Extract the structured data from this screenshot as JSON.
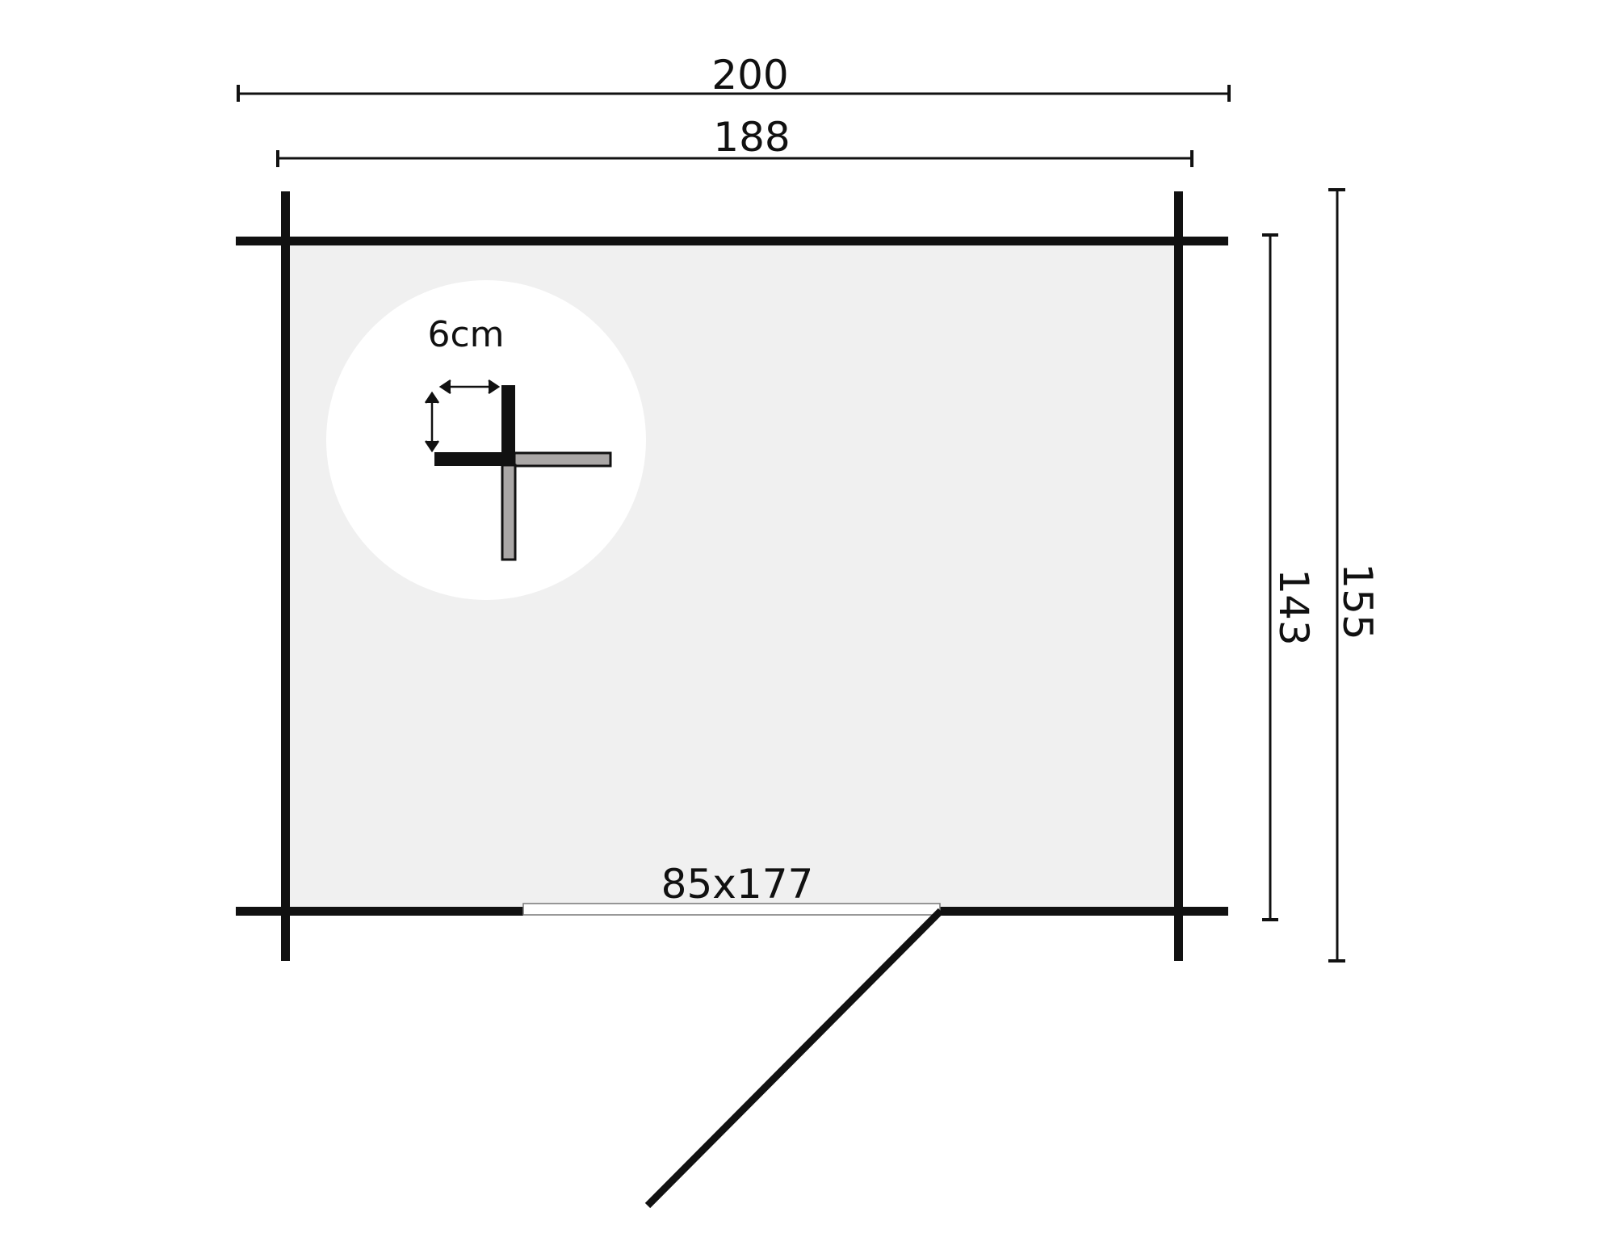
{
  "diagram": {
    "type": "floor-plan",
    "subject": "garden shed / log cabin floor plan",
    "colors": {
      "wall": "#111111",
      "floor_fill": "#f0f0f0",
      "background": "#ffffff",
      "inset_circle": "#ffffff",
      "inset_gray_beam": "#aaa7a6",
      "dimension_line": "#111111",
      "door_threshold_fill": "#ffffff",
      "door_threshold_outline": "#777777"
    },
    "dimensions": {
      "outer_width": {
        "label": "200",
        "unit": "cm",
        "orientation": "horizontal"
      },
      "inner_width": {
        "label": "188",
        "unit": "cm",
        "orientation": "horizontal"
      },
      "inner_depth": {
        "label": "143",
        "unit": "cm",
        "orientation": "vertical"
      },
      "outer_depth": {
        "label": "155",
        "unit": "cm",
        "orientation": "vertical"
      }
    },
    "door": {
      "label": "85x177",
      "width_cm": 85,
      "height_cm": 177,
      "position": "front wall, right of center",
      "swing": "outward"
    },
    "inset": {
      "label": "6cm",
      "description": "corner joint detail showing 6cm wall thickness"
    }
  }
}
